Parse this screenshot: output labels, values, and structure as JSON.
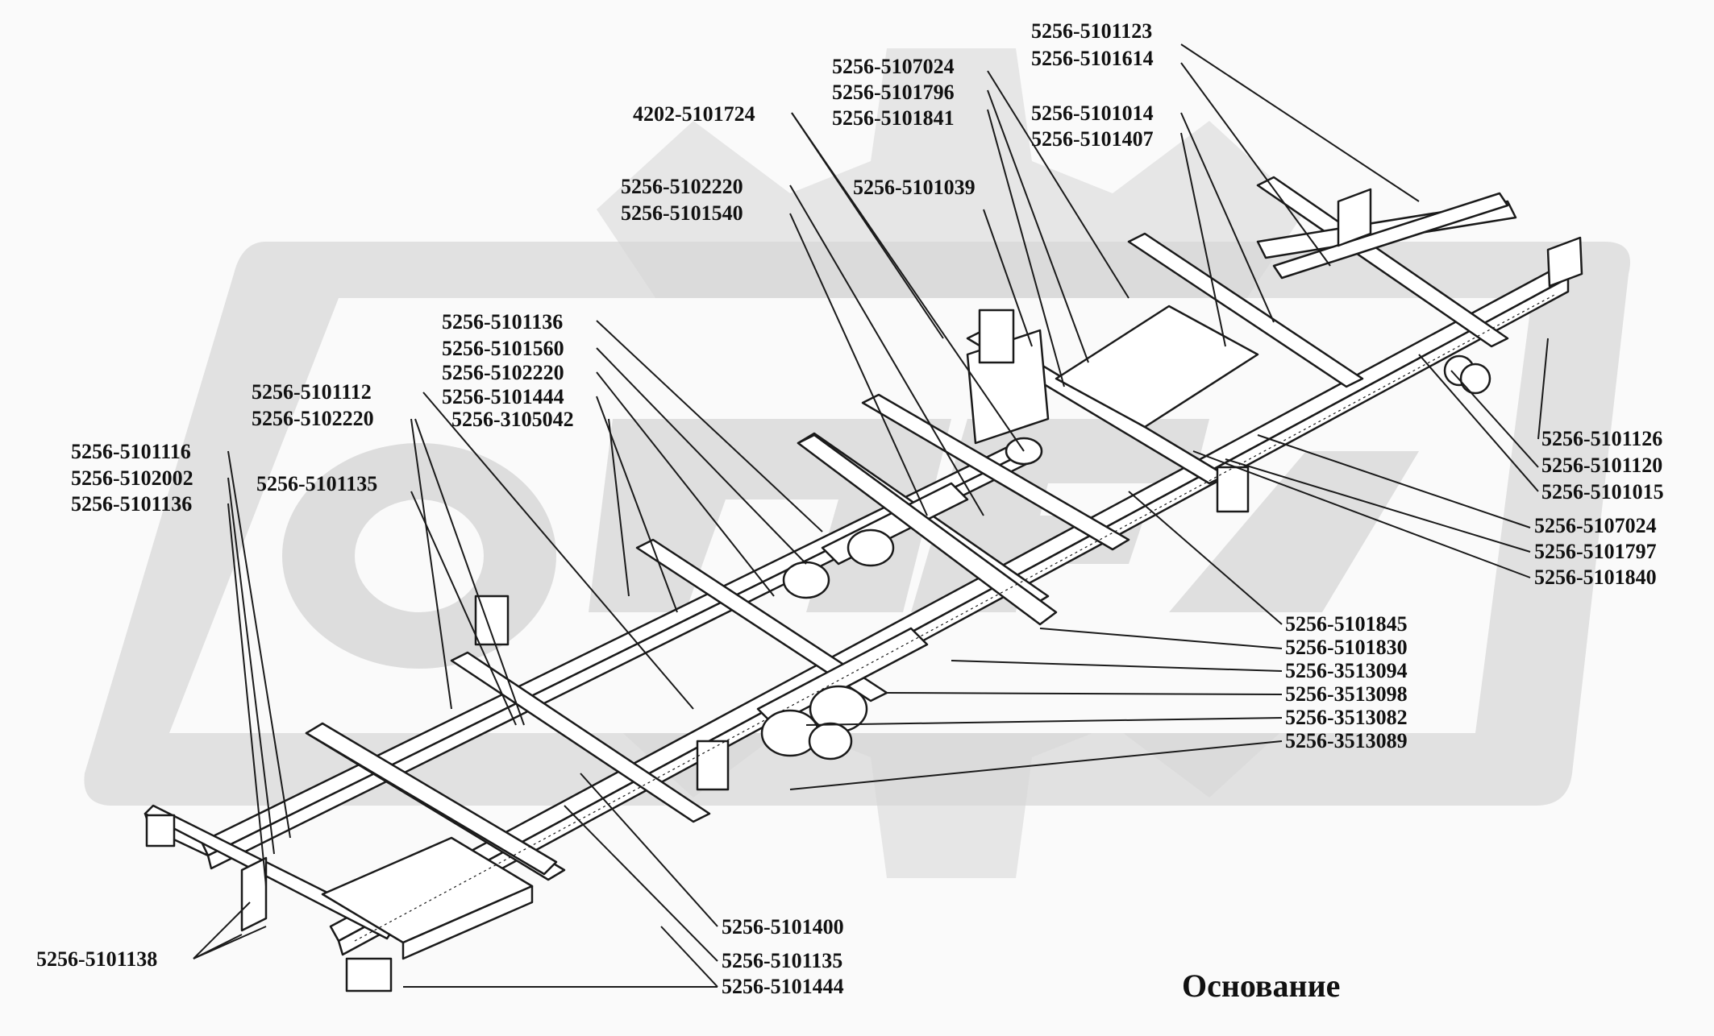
{
  "title": "Основание",
  "callouts": {
    "c01": "5256-5101123",
    "c02": "5256-5101614",
    "c03": "5256-5107024",
    "c04": "5256-5101796",
    "c05": "5256-5101841",
    "c06": "4202-5101724",
    "c07": "5256-5101014",
    "c08": "5256-5101407",
    "c09": "5256-5102220",
    "c10": "5256-5101540",
    "c11": "5256-5101039",
    "c12": "5256-5101136",
    "c13": "5256-5101560",
    "c14": "5256-5102220",
    "c15": "5256-5101444",
    "c16": "5256-3105042",
    "c17": "5256-5101112",
    "c18": "5256-5102220",
    "c19": "5256-5101135",
    "c20": "5256-5101116",
    "c21": "5256-5102002",
    "c22": "5256-5101136",
    "c23": "5256-5101126",
    "c24": "5256-5101120",
    "c25": "5256-5101015",
    "c26": "5256-5107024",
    "c27": "5256-5101797",
    "c28": "5256-5101840",
    "c29": "5256-5101845",
    "c30": "5256-5101830",
    "c31": "5256-3513094",
    "c32": "5256-3513098",
    "c33": "5256-3513082",
    "c34": "5256-3513089",
    "c35": "5256-5101400",
    "c36": "5256-5101135",
    "c37": "5256-5101444",
    "c38": "5256-5101138"
  },
  "colors": {
    "ink": "#1a1a1a",
    "watermark": "#d4d4d4"
  }
}
